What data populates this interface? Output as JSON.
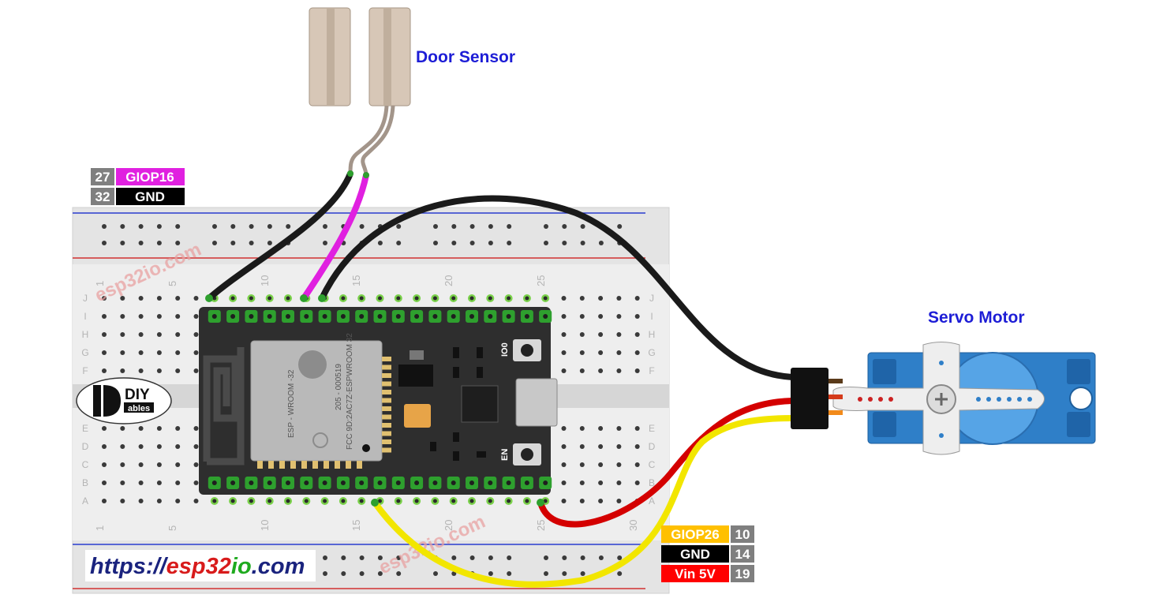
{
  "labels": {
    "door_sensor": "Door Sensor",
    "servo_motor": "Servo Motor"
  },
  "pin_tables": {
    "left": [
      {
        "row": "27",
        "name": "GIOP16",
        "color": "#e020e0"
      },
      {
        "row": "32",
        "name": "GND",
        "color": "#000000"
      }
    ],
    "right": [
      {
        "row": "10",
        "name": "GIOP26",
        "color": "#ffc000"
      },
      {
        "row": "14",
        "name": "GND",
        "color": "#000000"
      },
      {
        "row": "19",
        "name": "Vin 5V",
        "color": "#ff0000"
      }
    ]
  },
  "board": {
    "module_text_1": "ESP - WROOM -32",
    "module_text_2": "205 - 000519",
    "module_text_3": "FCC 9D:2AC7Z-ESPWROOM 32",
    "button_io0": "IO0",
    "button_en": "EN"
  },
  "breadboard": {
    "column_numbers": [
      "1",
      "5",
      "10",
      "15",
      "20",
      "25",
      "30"
    ],
    "row_letters": [
      "J",
      "I",
      "H",
      "G",
      "F",
      "E",
      "D",
      "C",
      "B",
      "A"
    ]
  },
  "logo": {
    "text_1": "DIY",
    "text_2": "ables"
  },
  "url": {
    "part1": "https://",
    "part2": "esp32",
    "part3": "io",
    "part4": ".com"
  },
  "watermark": "esp32io.com",
  "colors": {
    "label_blue": "#1d1dd6",
    "wire_black": "#1a1a1a",
    "wire_magenta": "#e020e0",
    "wire_red": "#d40000",
    "wire_yellow": "#f2e600",
    "servo_blue": "#2f7fc8",
    "pcb": "#2e2e2e"
  }
}
